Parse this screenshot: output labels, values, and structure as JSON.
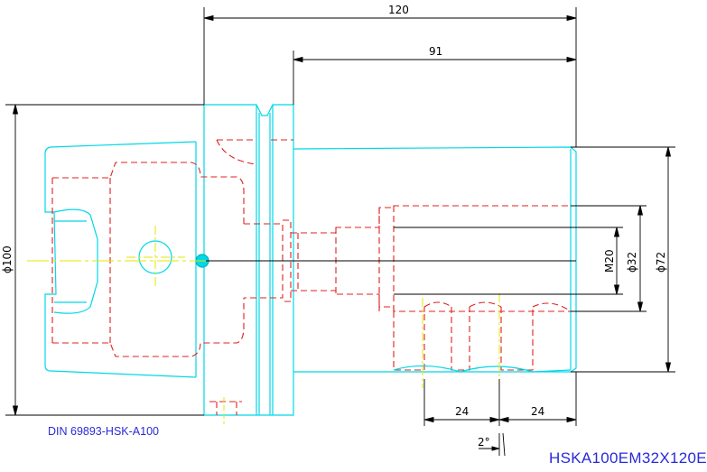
{
  "drawing": {
    "standard": "DIN 69893-HSK-A100",
    "part_code": "HSKA100EM32X120E",
    "colors": {
      "outline": "#00d8e8",
      "hidden": "#e02020",
      "centerline": "#e6e600",
      "dimension": "#000000",
      "text_blue": "#2a2ad8"
    },
    "dimensions": {
      "overall_length": "120",
      "projection_length": "91",
      "flange_diameter": "ϕ100",
      "body_diameter": "ϕ72",
      "bore_diameter": "ϕ32",
      "thread": "M20",
      "pitch_left": "24",
      "pitch_right": "24",
      "angle": "2°"
    }
  }
}
